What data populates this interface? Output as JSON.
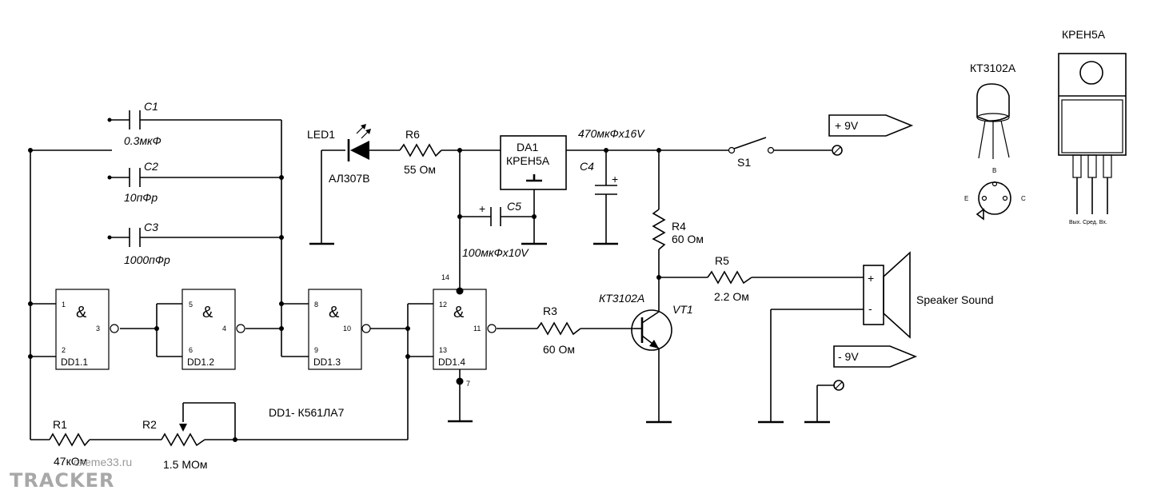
{
  "components": {
    "c1": {
      "ref": "C1",
      "value": "0.3мкФ"
    },
    "c2": {
      "ref": "C2",
      "value": "10пФр"
    },
    "c3": {
      "ref": "C3",
      "value": "1000пФр"
    },
    "c4": {
      "ref": "C4"
    },
    "c4_value": "470мкФх16V",
    "c5": {
      "ref": "C5",
      "value": "100мкФх10V"
    },
    "led1": {
      "ref": "LED1",
      "value": "АЛ307В"
    },
    "r1": {
      "ref": "R1",
      "value": "47кОм"
    },
    "r2": {
      "ref": "R2",
      "value": "1.5 МОм"
    },
    "r3": {
      "ref": "R3",
      "value": "60 Ом"
    },
    "r4": {
      "ref": "R4",
      "value": "60 Ом"
    },
    "r5": {
      "ref": "R5",
      "value": "2.2 Ом"
    },
    "r6": {
      "ref": "R6",
      "value": "55 Ом"
    },
    "da1": {
      "ref": "DA1",
      "value": "КРЕН5А"
    },
    "s1": {
      "ref": "S1"
    },
    "vt1": {
      "ref": "VT1",
      "value": "КТ3102А"
    },
    "speaker": {
      "label": "Speaker Sound",
      "plus": "+",
      "minus": "-"
    }
  },
  "gates": {
    "g1": {
      "name": "DD1.1",
      "symbol": "&",
      "pin_in1": "1",
      "pin_in2": "2",
      "pin_out": "3"
    },
    "g2": {
      "name": "DD1.2",
      "symbol": "&",
      "pin_in1": "5",
      "pin_in2": "6",
      "pin_out": "4"
    },
    "g3": {
      "name": "DD1.3",
      "symbol": "&",
      "pin_in1": "8",
      "pin_in2": "9",
      "pin_out": "10"
    },
    "g4": {
      "name": "DD1.4",
      "symbol": "&",
      "pin_in1": "12",
      "pin_in2": "13",
      "pin_out": "11",
      "pin_vcc": "14",
      "pin_gnd": "7"
    }
  },
  "chip_label": "DD1- К561ЛА7",
  "power": {
    "plus": "+ 9V",
    "minus": "- 9V"
  },
  "packages": {
    "transistor": {
      "title": "КТ3102А",
      "pin_b": "B",
      "pin_e": "E",
      "pin_c": "C"
    },
    "regulator": {
      "title": "КРЕН5А",
      "pin_labels": "Вых. Сред. Вх."
    }
  },
  "watermark": {
    "site": "cxeme33.ru",
    "brand": "TRACKER"
  }
}
